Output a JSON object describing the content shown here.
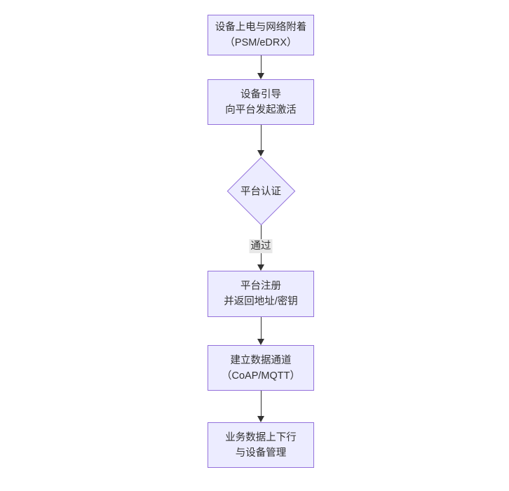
{
  "diagram": {
    "type": "flowchart",
    "direction": "top-down",
    "colors": {
      "node-fill": "#ECECFF",
      "node-border": "#9370DB",
      "text-color": "#333333",
      "edge-color": "#333333",
      "edge-label-bg": "#e8e8e8",
      "background": "#ffffff"
    },
    "nodes": [
      {
        "shape": "rect",
        "line1": "设备上电与网络附着",
        "line2": "（PSM/eDRX）"
      },
      {
        "shape": "rect",
        "line1": "设备引导",
        "line2": "向平台发起激活"
      },
      {
        "shape": "diamond",
        "line1": "平台认证"
      },
      {
        "shape": "rect",
        "line1": "平台注册",
        "line2": "并返回地址/密钥"
      },
      {
        "shape": "rect",
        "line1": "建立数据通道",
        "line2": "（CoAP/MQTT）"
      },
      {
        "shape": "rect",
        "line1": "业务数据上下行",
        "line2": "与设备管理"
      }
    ],
    "edges": [
      {
        "from": 0,
        "to": 1,
        "label": ""
      },
      {
        "from": 1,
        "to": 2,
        "label": ""
      },
      {
        "from": 2,
        "to": 3,
        "label": "通过"
      },
      {
        "from": 3,
        "to": 4,
        "label": ""
      },
      {
        "from": 4,
        "to": 5,
        "label": ""
      }
    ]
  }
}
